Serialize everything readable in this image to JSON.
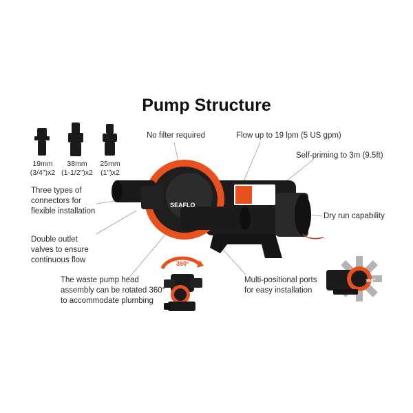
{
  "title": "Pump Structure",
  "connectors": [
    {
      "size": "19mm",
      "fraction": "(3/4\")x2"
    },
    {
      "size": "38mm",
      "fraction": "(1-1/2\")x2"
    },
    {
      "size": "25mm",
      "fraction": "(1\")x2"
    }
  ],
  "callouts": {
    "no_filter": "No filter required",
    "flow": "Flow up to 19 lpm (5 US gpm)",
    "self_priming": "Self-priming to 3m (9.5ft)",
    "dry_run": "Dry run capability",
    "connector_types": [
      "Three types of",
      "connectors for",
      "flexible installation"
    ],
    "double_outlet": [
      "Double outlet",
      "valves to ensure",
      "continuous flow"
    ],
    "rotation": [
      "The waste pump head",
      "assembly can be rotated 360°",
      "to accommodate plumbing"
    ],
    "multi_port": [
      "Multi-positional ports",
      "for easy installation"
    ]
  },
  "brand": "SEAFLO",
  "rotation_badge": "360°",
  "colors": {
    "accent": "#e8501e",
    "body": "#1a1a1a",
    "text": "#2a2a2a"
  }
}
